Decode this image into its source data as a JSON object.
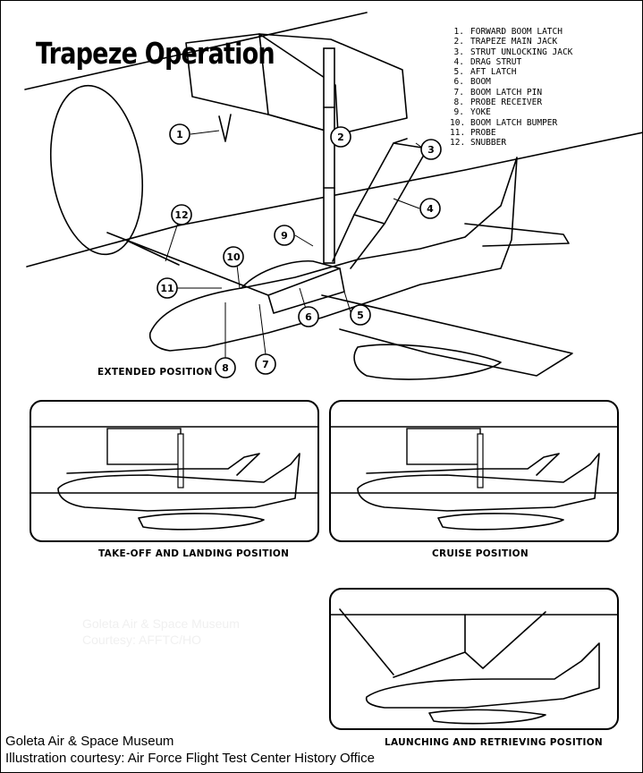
{
  "title": "Trapeze Operation",
  "legend": [
    {
      "num": "1.",
      "label": "FORWARD BOOM LATCH"
    },
    {
      "num": "2.",
      "label": "TRAPEZE MAIN JACK"
    },
    {
      "num": "3.",
      "label": "STRUT UNLOCKING JACK"
    },
    {
      "num": "4.",
      "label": "DRAG STRUT"
    },
    {
      "num": "5.",
      "label": "AFT LATCH"
    },
    {
      "num": "6.",
      "label": "BOOM"
    },
    {
      "num": "7.",
      "label": "BOOM LATCH PIN"
    },
    {
      "num": "8.",
      "label": "PROBE RECEIVER"
    },
    {
      "num": "9.",
      "label": "YOKE"
    },
    {
      "num": "10.",
      "label": "BOOM LATCH BUMPER"
    },
    {
      "num": "11.",
      "label": "PROBE"
    },
    {
      "num": "12.",
      "label": "SNUBBER"
    }
  ],
  "callouts": [
    "1",
    "2",
    "3",
    "4",
    "5",
    "6",
    "7",
    "8",
    "9",
    "10",
    "11",
    "12"
  ],
  "captions": {
    "extended": "EXTENDED POSITION",
    "takeoff": "TAKE-OFF AND LANDING POSITION",
    "cruise": "CRUISE POSITION",
    "launching": "LAUNCHING AND RETRIEVING POSITION"
  },
  "watermark": {
    "line1": "Goleta Air & Space Museum",
    "line2": "Courtesy: AFFTC/HO"
  },
  "credit": {
    "line1": "Goleta Air & Space Museum",
    "line2": "Illustration courtesy: Air Force Flight Test Center History Office"
  }
}
